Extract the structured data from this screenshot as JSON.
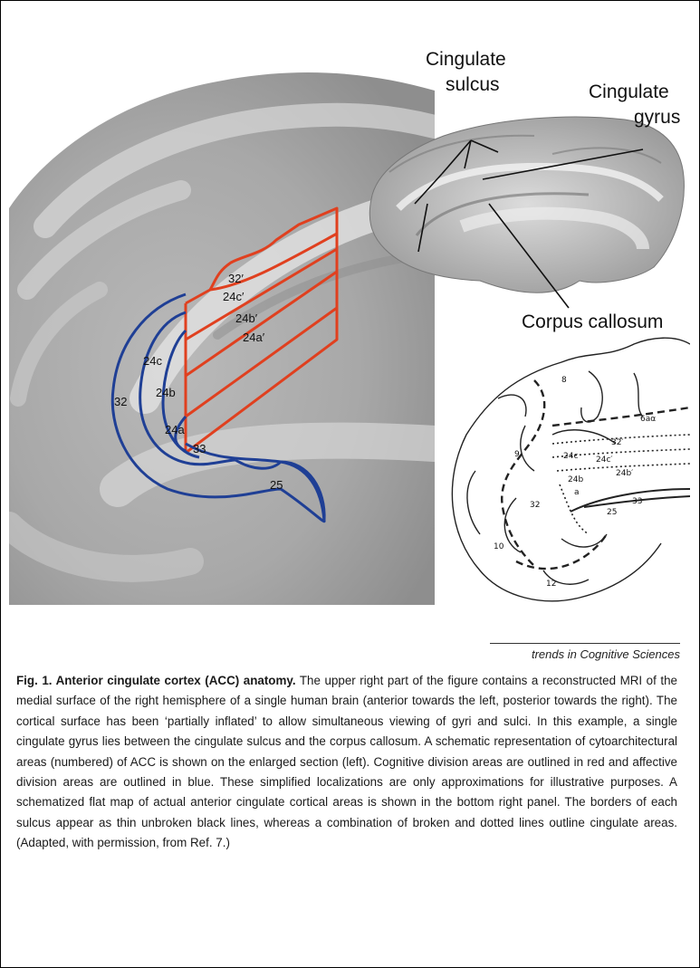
{
  "figure": {
    "labels": {
      "cingulate_sulcus_line1": "Cingulate",
      "cingulate_sulcus_line2": "sulcus",
      "cingulate_gyrus_line1": "Cingulate",
      "cingulate_gyrus_line2": "gyrus",
      "corpus_callosum": "Corpus callosum"
    },
    "red_areas": [
      "32′",
      "24c′",
      "24b′",
      "24a′"
    ],
    "blue_areas": [
      "32",
      "24c",
      "24b",
      "24a",
      "33",
      "25"
    ],
    "map_labels": [
      "8",
      "6aα",
      "9",
      "32′",
      "24c",
      "24c′",
      "24b",
      "24b′",
      "a",
      "33",
      "32",
      "25",
      "10",
      "12"
    ],
    "colors": {
      "cognitive": "#e0401f",
      "affective": "#1f3f95",
      "background": "#ffffff"
    }
  },
  "credit": "trends in Cognitive Sciences",
  "caption": {
    "title": "Fig. 1. Anterior cingulate cortex (ACC) anatomy.",
    "body": " The upper right part of the figure contains a reconstructed MRI of the medial surface of the right hemisphere of a single human brain (anterior towards the left, posterior towards the right). The cortical surface has been ‘partially inflated’ to allow simultaneous viewing of gyri and sulci. In this example, a single cingulate gyrus lies between the cingulate sulcus and the corpus callosum. A schematic representation of cytoarchitectural areas (numbered) of ACC is shown on the enlarged section (left). Cognitive division areas are outlined in red and affective division areas are outlined in blue. These simplified localizations are only approximations for illustrative purposes. A schematized flat map of actual anterior cingulate cortical areas is shown in the bottom right panel. The borders of each sulcus appear as thin unbroken black lines, whereas a combination of broken and dotted lines outline cingulate areas. (Adapted, with permission, from Ref. 7.)"
  }
}
